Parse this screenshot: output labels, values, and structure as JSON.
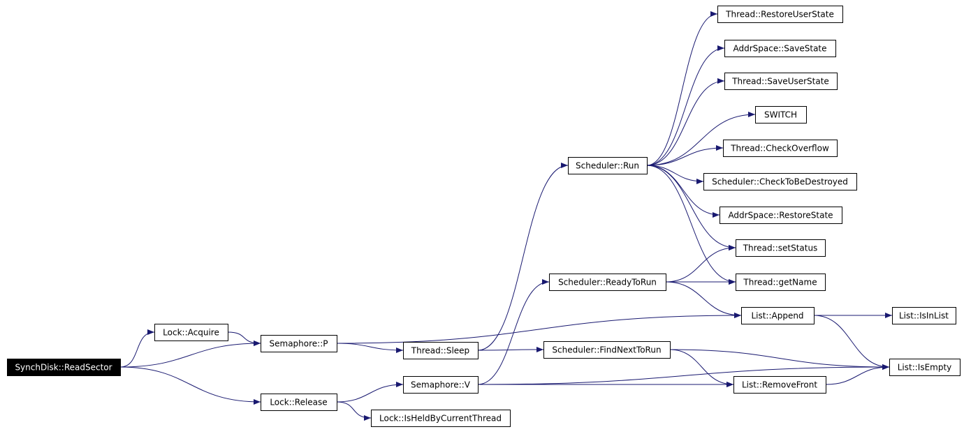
{
  "diagram": {
    "edge_color": "#191970",
    "root_fill": "#000000",
    "nodes": [
      {
        "id": "readsector",
        "label": "SynchDisk::ReadSector"
      },
      {
        "id": "acquire",
        "label": "Lock::Acquire"
      },
      {
        "id": "release",
        "label": "Lock::Release"
      },
      {
        "id": "sem_p",
        "label": "Semaphore::P"
      },
      {
        "id": "sem_v",
        "label": "Semaphore::V"
      },
      {
        "id": "isheld",
        "label": "Lock::IsHeldByCurrentThread"
      },
      {
        "id": "sleep",
        "label": "Thread::Sleep"
      },
      {
        "id": "sched_run",
        "label": "Scheduler::Run"
      },
      {
        "id": "readytorun",
        "label": "Scheduler::ReadyToRun"
      },
      {
        "id": "findnext",
        "label": "Scheduler::FindNextToRun"
      },
      {
        "id": "restoreuserstate",
        "label": "Thread::RestoreUserState"
      },
      {
        "id": "as_savestate",
        "label": "AddrSpace::SaveState"
      },
      {
        "id": "saveuserstate",
        "label": "Thread::SaveUserState"
      },
      {
        "id": "switch",
        "label": "SWITCH"
      },
      {
        "id": "checkoverflow",
        "label": "Thread::CheckOverflow"
      },
      {
        "id": "checktobedestroyed",
        "label": "Scheduler::CheckToBeDestroyed"
      },
      {
        "id": "as_restorestate",
        "label": "AddrSpace::RestoreState"
      },
      {
        "id": "setstatus",
        "label": "Thread::setStatus"
      },
      {
        "id": "getname",
        "label": "Thread::getName"
      },
      {
        "id": "append",
        "label": "List::Append"
      },
      {
        "id": "isinlist",
        "label": "List::IsInList"
      },
      {
        "id": "removefront",
        "label": "List::RemoveFront"
      },
      {
        "id": "isempty",
        "label": "List::IsEmpty"
      }
    ],
    "edges": [
      {
        "from": "readsector",
        "to": "acquire"
      },
      {
        "from": "readsector",
        "to": "sem_p"
      },
      {
        "from": "readsector",
        "to": "release"
      },
      {
        "from": "acquire",
        "to": "sem_p"
      },
      {
        "from": "release",
        "to": "sem_v"
      },
      {
        "from": "release",
        "to": "isheld"
      },
      {
        "from": "sem_p",
        "to": "append"
      },
      {
        "from": "sem_p",
        "to": "sleep"
      },
      {
        "from": "sem_v",
        "to": "readytorun"
      },
      {
        "from": "sem_v",
        "to": "removefront"
      },
      {
        "from": "sem_v",
        "to": "isempty"
      },
      {
        "from": "sleep",
        "to": "sched_run"
      },
      {
        "from": "sleep",
        "to": "findnext"
      },
      {
        "from": "sched_run",
        "to": "restoreuserstate"
      },
      {
        "from": "sched_run",
        "to": "as_savestate"
      },
      {
        "from": "sched_run",
        "to": "saveuserstate"
      },
      {
        "from": "sched_run",
        "to": "switch"
      },
      {
        "from": "sched_run",
        "to": "checkoverflow"
      },
      {
        "from": "sched_run",
        "to": "checktobedestroyed"
      },
      {
        "from": "sched_run",
        "to": "as_restorestate"
      },
      {
        "from": "sched_run",
        "to": "setstatus"
      },
      {
        "from": "sched_run",
        "to": "getname"
      },
      {
        "from": "readytorun",
        "to": "setstatus"
      },
      {
        "from": "readytorun",
        "to": "getname"
      },
      {
        "from": "readytorun",
        "to": "append"
      },
      {
        "from": "findnext",
        "to": "isempty"
      },
      {
        "from": "findnext",
        "to": "removefront"
      },
      {
        "from": "append",
        "to": "isinlist"
      },
      {
        "from": "append",
        "to": "isempty"
      },
      {
        "from": "removefront",
        "to": "isempty"
      }
    ]
  }
}
